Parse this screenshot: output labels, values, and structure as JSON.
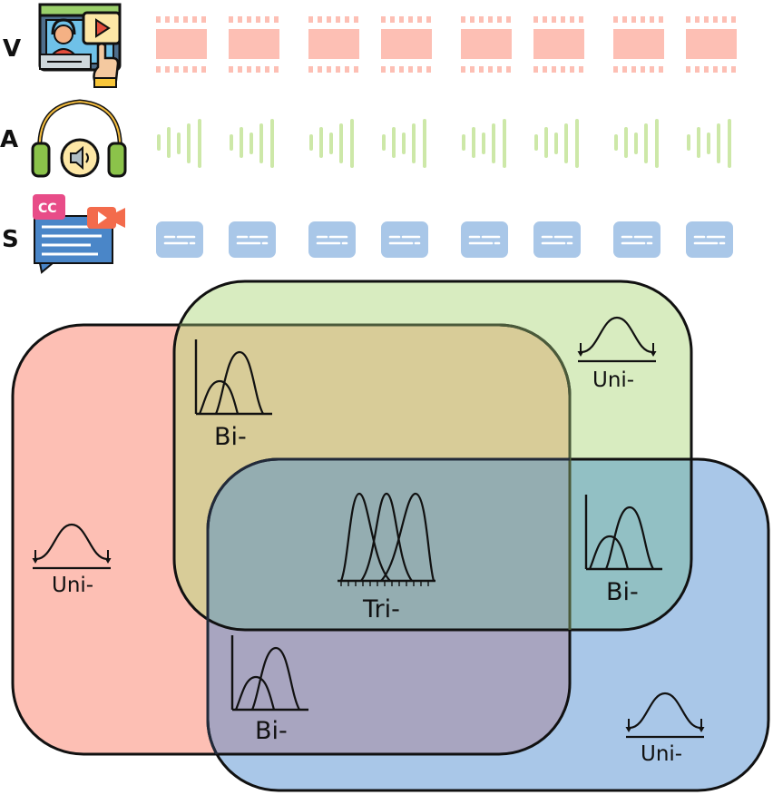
{
  "modalities": [
    {
      "letter": "V",
      "icon": "video-presenter-icon",
      "token_icon": "film-frame-icon",
      "color": "#fdbfb4"
    },
    {
      "letter": "A",
      "icon": "headphones-speaker-icon",
      "token_icon": "audio-wave-icon",
      "color": "#cde8a8"
    },
    {
      "letter": "S",
      "icon": "subtitle-cc-icon",
      "token_icon": "subtitle-card-icon",
      "color": "#a9c7e8"
    }
  ],
  "token_count": 8,
  "regions": {
    "red_uni": "Uni-",
    "green_uni": "Uni-",
    "blue_uni": "Uni-",
    "red_green_bi": "Bi-",
    "green_blue_bi": "Bi-",
    "red_blue_bi": "Bi-",
    "tri": "Tri-"
  },
  "colors": {
    "red_set": "#fdbfb4",
    "green_set": "#d8ecc0",
    "blue_set": "#a9c7e8",
    "red_green": "#d8cc98",
    "red_blue": "#a8a5c0",
    "green_blue": "#92c0c4",
    "tri": "#94adb1"
  }
}
